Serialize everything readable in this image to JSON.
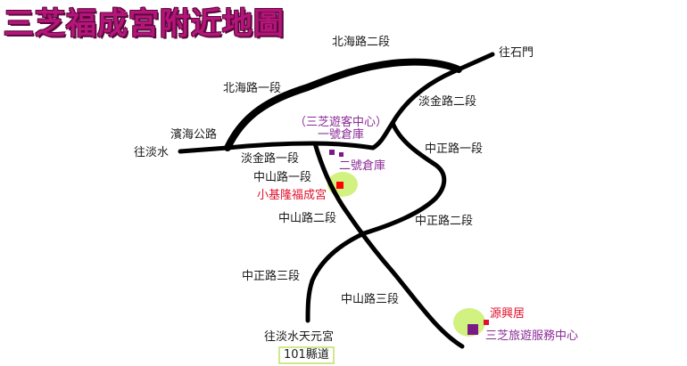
{
  "title": "三芝福成宮附近地圖",
  "colors": {
    "title": "#b5157a",
    "road": "#000000",
    "highlight": "#c9f06a",
    "poi_red": "#e0112b",
    "poi_purple": "#8a2a96",
    "marker_red": "#ff0000",
    "marker_purple": "#7a1a86"
  },
  "roads": {
    "beihai_2": "北海路二段",
    "beihai_1": "北海路一段",
    "binhai": "濱海公路",
    "to_tamsui": "往淡水",
    "to_shimen": "往石門",
    "danjin_2": "淡金路二段",
    "danjin_1": "淡金路一段",
    "zhongzheng_1": "中正路一段",
    "zhongzheng_2": "中正路二段",
    "zhongzheng_3": "中正路三段",
    "zhongshan_1": "中山路一段",
    "zhongshan_2": "中山路二段",
    "zhongshan_3": "中山路三段",
    "to_tianyuan": "往淡水天元宮",
    "county_road": "101縣道"
  },
  "poi": {
    "visitor_center_line1": "（三芝遊客中心）",
    "warehouse_1": "一號倉庫",
    "warehouse_2": "二號倉庫",
    "fucheng_temple": "小基隆福成宮",
    "yuanxing_residence": "源興居",
    "service_center": "三芝旅遊服務中心"
  }
}
